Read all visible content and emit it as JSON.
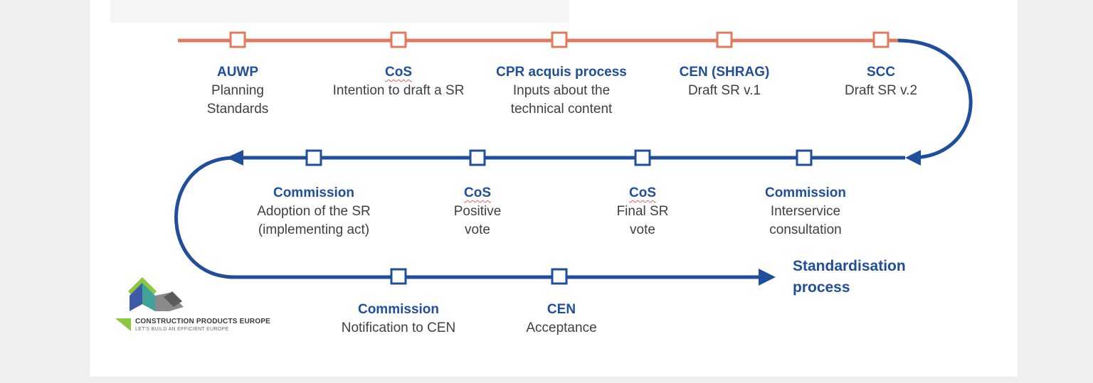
{
  "diagram": {
    "header": "",
    "rows": [
      {
        "color": "#e07a5f",
        "steps": [
          {
            "title": "AUWP",
            "lines": [
              "Planning",
              "Standards"
            ]
          },
          {
            "title": "CoS",
            "lines": [
              "Intention to draft a SR"
            ]
          },
          {
            "title": "CPR acquis process",
            "lines": [
              "Inputs about the",
              "technical content"
            ]
          },
          {
            "title": "CEN (SHRAG)",
            "lines": [
              "Draft SR v.1"
            ]
          },
          {
            "title": "SCC",
            "lines": [
              "Draft SR v.2"
            ]
          }
        ]
      },
      {
        "color": "#1f4e9c",
        "steps": [
          {
            "title": "Commission",
            "lines": [
              "Adoption of the SR",
              "(implementing act)"
            ]
          },
          {
            "title": "CoS",
            "lines": [
              "Positive",
              "vote"
            ]
          },
          {
            "title": "CoS",
            "lines": [
              "Final SR",
              "vote"
            ]
          },
          {
            "title": "Commission",
            "lines": [
              "Interservice",
              "consultation"
            ]
          }
        ]
      },
      {
        "color": "#1f4e9c",
        "steps": [
          {
            "title": "Commission",
            "lines": [
              "Notification to CEN"
            ]
          },
          {
            "title": "CEN",
            "lines": [
              "Acceptance"
            ]
          }
        ]
      }
    ],
    "end_label": [
      "Standardisation",
      "process"
    ]
  },
  "logo": {
    "name": "CONSTRUCTION PRODUCTS EUROPE",
    "tagline": "LET'S BUILD AN EFFICIENT EUROPE",
    "colors": {
      "green": "#8dc63f",
      "blue": "#3b5ba9",
      "gray": "#8a8a8a",
      "teal": "#3fa39a"
    }
  }
}
